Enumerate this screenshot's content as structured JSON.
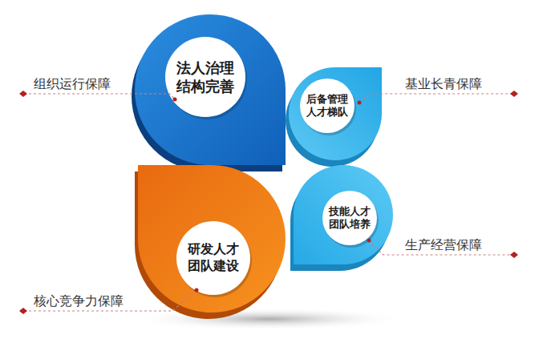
{
  "diagram": {
    "nodes": [
      {
        "text": [
          "法人治理 结构完善"
        ]
      },
      {
        "text": [
          "后备管理 人才梯队"
        ]
      },
      {
        "text": [
          "研发人才 团队建设"
        ]
      },
      {
        "text": [
          "技能人才 团队培养"
        ]
      }
    ],
    "labels": [
      "组织运行保障",
      "基业长青保障",
      "生产经营保障",
      "核心竞争力保障"
    ]
  }
}
